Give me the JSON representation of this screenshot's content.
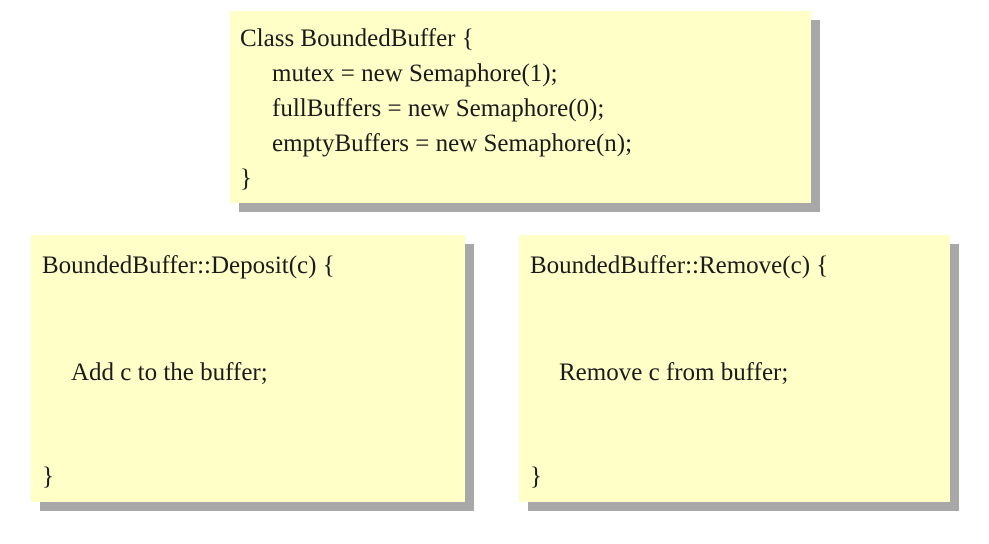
{
  "class_box": {
    "header": "Class BoundedBuffer {",
    "lines": [
      "mutex = new Semaphore(1);",
      "fullBuffers = new Semaphore(0);",
      "emptyBuffers = new Semaphore(n);"
    ],
    "close": "}"
  },
  "deposit_box": {
    "header": "BoundedBuffer::Deposit(c) {",
    "body": "Add c to the buffer;",
    "close": "}"
  },
  "remove_box": {
    "header": "BoundedBuffer::Remove(c) {",
    "body": "Remove c from buffer;",
    "close": "}"
  },
  "colors": {
    "box_fill": "#ffffc8",
    "box_shadow": "#a8a8a8",
    "text": "#1a1a1a"
  }
}
